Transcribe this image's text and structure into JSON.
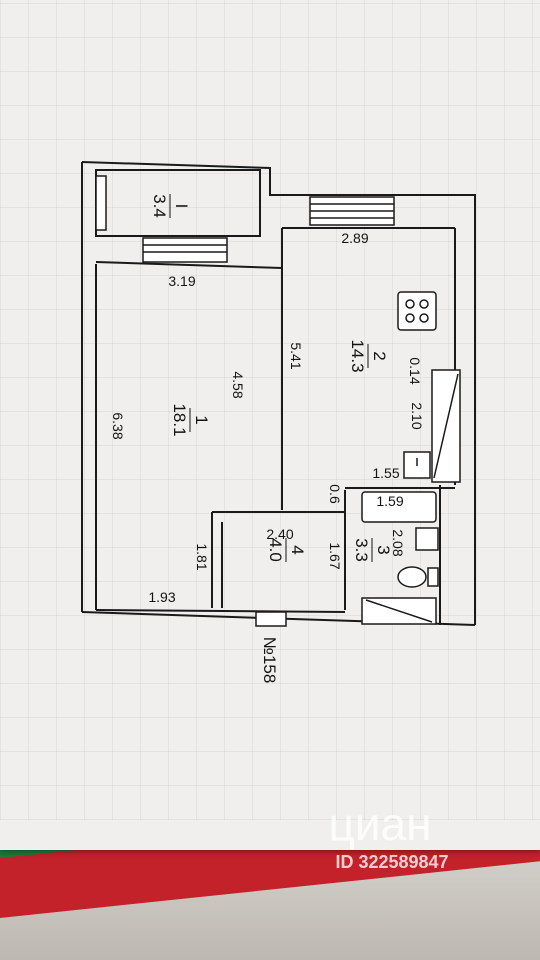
{
  "plan": {
    "rooms": [
      {
        "number": "1",
        "area": "18.1"
      },
      {
        "number": "2",
        "area": "14.3"
      },
      {
        "number": "3",
        "area": "3.3"
      },
      {
        "number": "4",
        "area": "4.0"
      },
      {
        "number": "I",
        "area": "3.4"
      }
    ],
    "dimensions": [
      "2.89",
      "3.19",
      "5.41",
      "4.58",
      "6.38",
      "0.14",
      "2.10",
      "1.55",
      "0.6",
      "1.59",
      "2.40",
      "2.08",
      "1.81",
      "1.67",
      "1.93"
    ],
    "apartment_number": "№158"
  },
  "watermark": {
    "brand": "циан",
    "id_text": "ID 322589847"
  },
  "colors": {
    "paper": "#f0efed",
    "wall": "#1a1a1a",
    "stripe_red": "#c4222b",
    "stripe_green": "#1f7a3a"
  }
}
